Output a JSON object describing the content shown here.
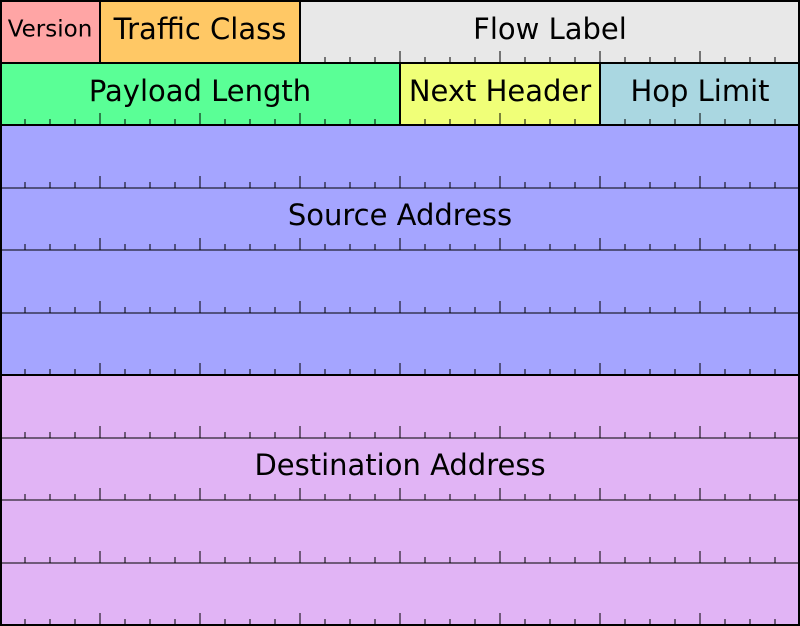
{
  "fields": [
    {
      "id": "version",
      "label": "Version",
      "color": "#ffa5a5",
      "bits": 4
    },
    {
      "id": "traffic-class",
      "label": "Traffic Class",
      "color": "#ffc865",
      "bits": 8
    },
    {
      "id": "flow-label",
      "label": "Flow Label",
      "color": "#e8e8e8",
      "bits": 20
    },
    {
      "id": "payload-length",
      "label": "Payload Length",
      "color": "#5aff96",
      "bits": 16
    },
    {
      "id": "next-header",
      "label": "Next Header",
      "color": "#f0ff78",
      "bits": 8
    },
    {
      "id": "hop-limit",
      "label": "Hop Limit",
      "color": "#aad7e1",
      "bits": 8
    },
    {
      "id": "source-address",
      "label": "Source Address",
      "color": "#a5a5ff",
      "bits": 128
    },
    {
      "id": "destination-address",
      "label": "Destination Address",
      "color": "#e1b4f5",
      "bits": 128
    }
  ]
}
